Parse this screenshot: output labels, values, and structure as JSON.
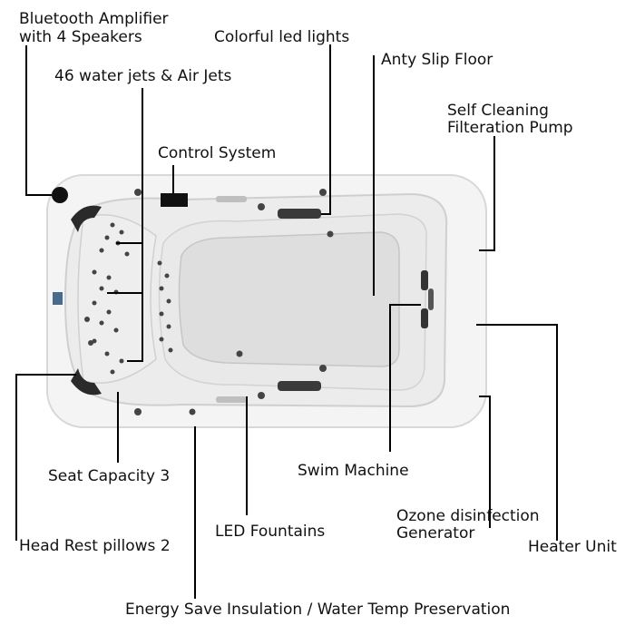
{
  "diagram": {
    "subject": "swim-spa-top-view",
    "line_color": "#000000",
    "shell_color": "#f2f2f2",
    "floor_color": "#e6e6e6"
  },
  "labels": {
    "bluetooth_line1": "Bluetooth Amplifier",
    "bluetooth_line2": "with 4 Speakers",
    "jets": "46 water jets & Air Jets",
    "led_lights": "Colorful led lights",
    "floor": "Anty Slip Floor",
    "pump_line1": "Self Cleaning",
    "pump_line2": "Filteration Pump",
    "control": "Control System",
    "seat": "Seat Capacity 3",
    "swim": "Swim Machine",
    "ozone_line1": "Ozone disinfection",
    "ozone_line2": "Generator",
    "headrest": "Head Rest pillows 2",
    "fountains": "LED Fountains",
    "heater": "Heater Unit",
    "insulation": "Energy Save Insulation / Water Temp Preservation"
  }
}
